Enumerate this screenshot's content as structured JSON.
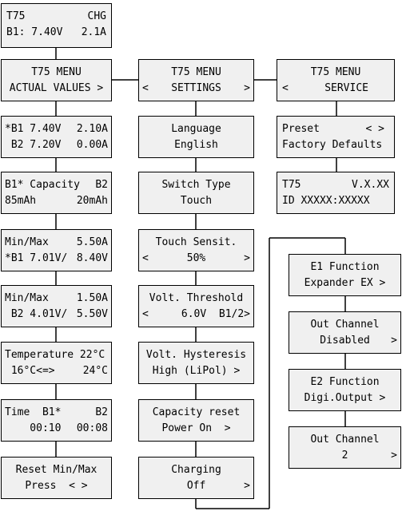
{
  "home": {
    "l1a": "T75",
    "l1b": "CHG",
    "l2a": "B1: 7.40V",
    "l2b": "2.1A"
  },
  "menus": {
    "actual": {
      "title": "T75 MENU",
      "sub": "ACTUAL VALUES",
      "right": ">"
    },
    "settings": {
      "title": "T75 MENU",
      "left": "<",
      "sub": "SETTINGS",
      "right": ">"
    },
    "service": {
      "title": "T75 MENU",
      "left": "<",
      "sub": "SERVICE"
    }
  },
  "actual_values": [
    {
      "a1": "*B1 7.40V",
      "b1": "2.10A",
      "a2": " B2 7.20V",
      "b2": "0.00A"
    },
    {
      "a1": "B1* Capacity",
      "b1": "B2",
      "a2": "85mAh",
      "b2": "20mAh"
    },
    {
      "a1": "Min/Max",
      "b1": "5.50A",
      "a2": "*B1 7.01V/",
      "b2": "8.40V"
    },
    {
      "a1": "Min/Max",
      "b1": "1.50A",
      "a2": " B2 4.01V/",
      "b2": "5.50V"
    },
    {
      "a1": "Temperature 22°C",
      "b1": "",
      "a2": " 16°C<=>",
      "b2": "24°C"
    },
    {
      "a1": "Time  B1*",
      "b1": "B2",
      "a2": "    00:10",
      "b2": "00:08"
    }
  ],
  "reset": {
    "l1": "Reset Min/Max",
    "l2": "Press  < >"
  },
  "settings_items": [
    {
      "l1": "Language",
      "l2": "English"
    },
    {
      "l1": "Switch Type",
      "l2": "Touch"
    },
    {
      "l1": "Touch Sensit.",
      "left": "<",
      "l2": "50%",
      "right": ">"
    },
    {
      "l1": "Volt. Threshold",
      "left": "<",
      "l2": "6.0V  B1/2>"
    },
    {
      "l1": "Volt. Hysteresis",
      "l2": "High (LiPol)",
      "right": ">"
    },
    {
      "l1": "Capacity reset",
      "l2": "Power On",
      "right": ">"
    },
    {
      "l1": "Charging",
      "l2": "Off",
      "right": ">"
    }
  ],
  "service_items": {
    "preset": {
      "l1a": "Preset",
      "l1b": "< >",
      "l2": "Factory Defaults"
    },
    "version": {
      "l1a": "T75",
      "l1b": "V.X.XX",
      "l2": "ID XXXXX:XXXXX"
    }
  },
  "channel_items": [
    {
      "l1": "E1 Function",
      "l2": "Expander EX",
      "right": ">"
    },
    {
      "l1": "Out Channel",
      "l2": "Disabled",
      "right": ">"
    },
    {
      "l1": "E2 Function",
      "l2": "Digi.Output",
      "right": ">"
    },
    {
      "l1": "Out Channel",
      "l2": "2",
      "right": ">"
    }
  ]
}
